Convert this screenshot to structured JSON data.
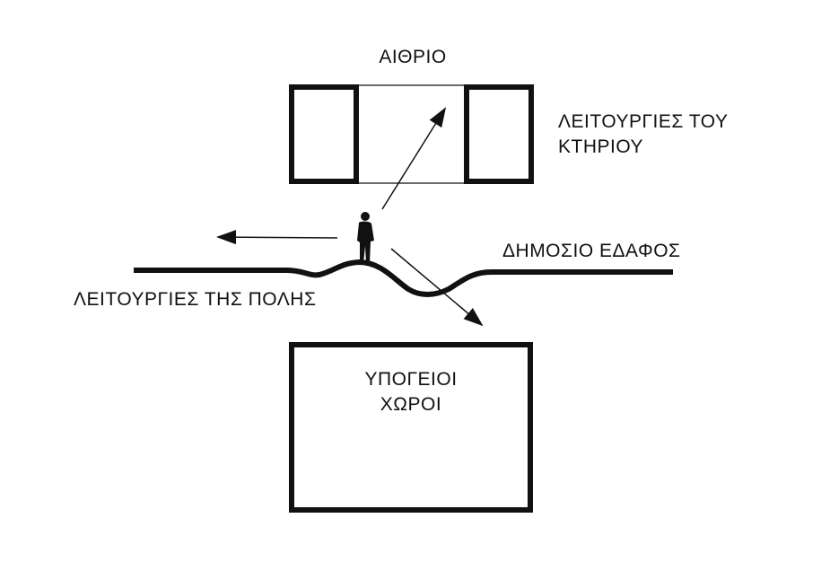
{
  "labels": {
    "atrium": "ΑΙΘΡΙΟ",
    "building_functions_line1": "ΛΕΙΤΟΥΡΓΙΕΣ ΤΟΥ",
    "building_functions_line2": "ΚΤΗΡΙΟΥ",
    "public_ground": "ΔΗΜΟΣΙΟ ΕΔΑΦΟΣ",
    "city_functions": "ΛΕΙΤΟΥΡΓΙΕΣ ΤΗΣ ΠΟΛΗΣ",
    "underground_line1": "ΥΠΟΓΕΙΟΙ",
    "underground_line2": "ΧΩΡΟΙ"
  },
  "colors": {
    "ink": "#111111",
    "background": "#ffffff"
  },
  "icons": {
    "person": "person-silhouette-icon"
  }
}
